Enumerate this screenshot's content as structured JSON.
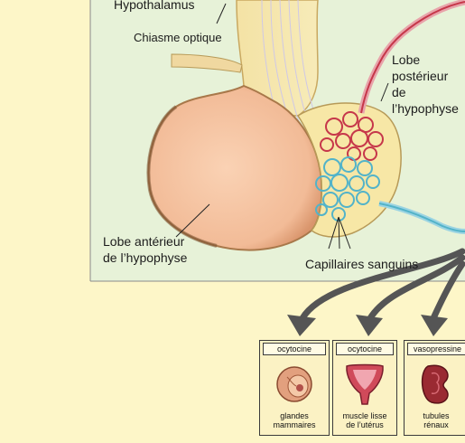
{
  "labels": {
    "hypothalamus": "Hypothalamus",
    "chiasm": "Chiasme optique",
    "posterior_line1": "Lobe",
    "posterior_line2": "postérieur",
    "posterior_line3": "de",
    "posterior_line4": "l’hypophyse",
    "anterior_line1": "Lobe antérieur",
    "anterior_line2": "de l’hypophyse",
    "capillaries": "Capillaires sanguins"
  },
  "targets": [
    {
      "hormone": "ocytocine",
      "caption_line1": "glandes",
      "caption_line2": "mammaires"
    },
    {
      "hormone": "ocytocine",
      "caption_line1": "muscle lisse",
      "caption_line2": "de l’utérus"
    },
    {
      "hormone": "vasopressine",
      "caption_line1": "tubules",
      "caption_line2": "rénaux"
    }
  ],
  "colors": {
    "page_background": "#fdf6c8",
    "panel_background": "#e7f2d8",
    "anterior_lobe": "#f6c5a2",
    "posterior_lobe": "#f7e7a6",
    "capillary_red": "#c6374a",
    "capillary_blue": "#52b3c9",
    "arrow": "#555555"
  }
}
